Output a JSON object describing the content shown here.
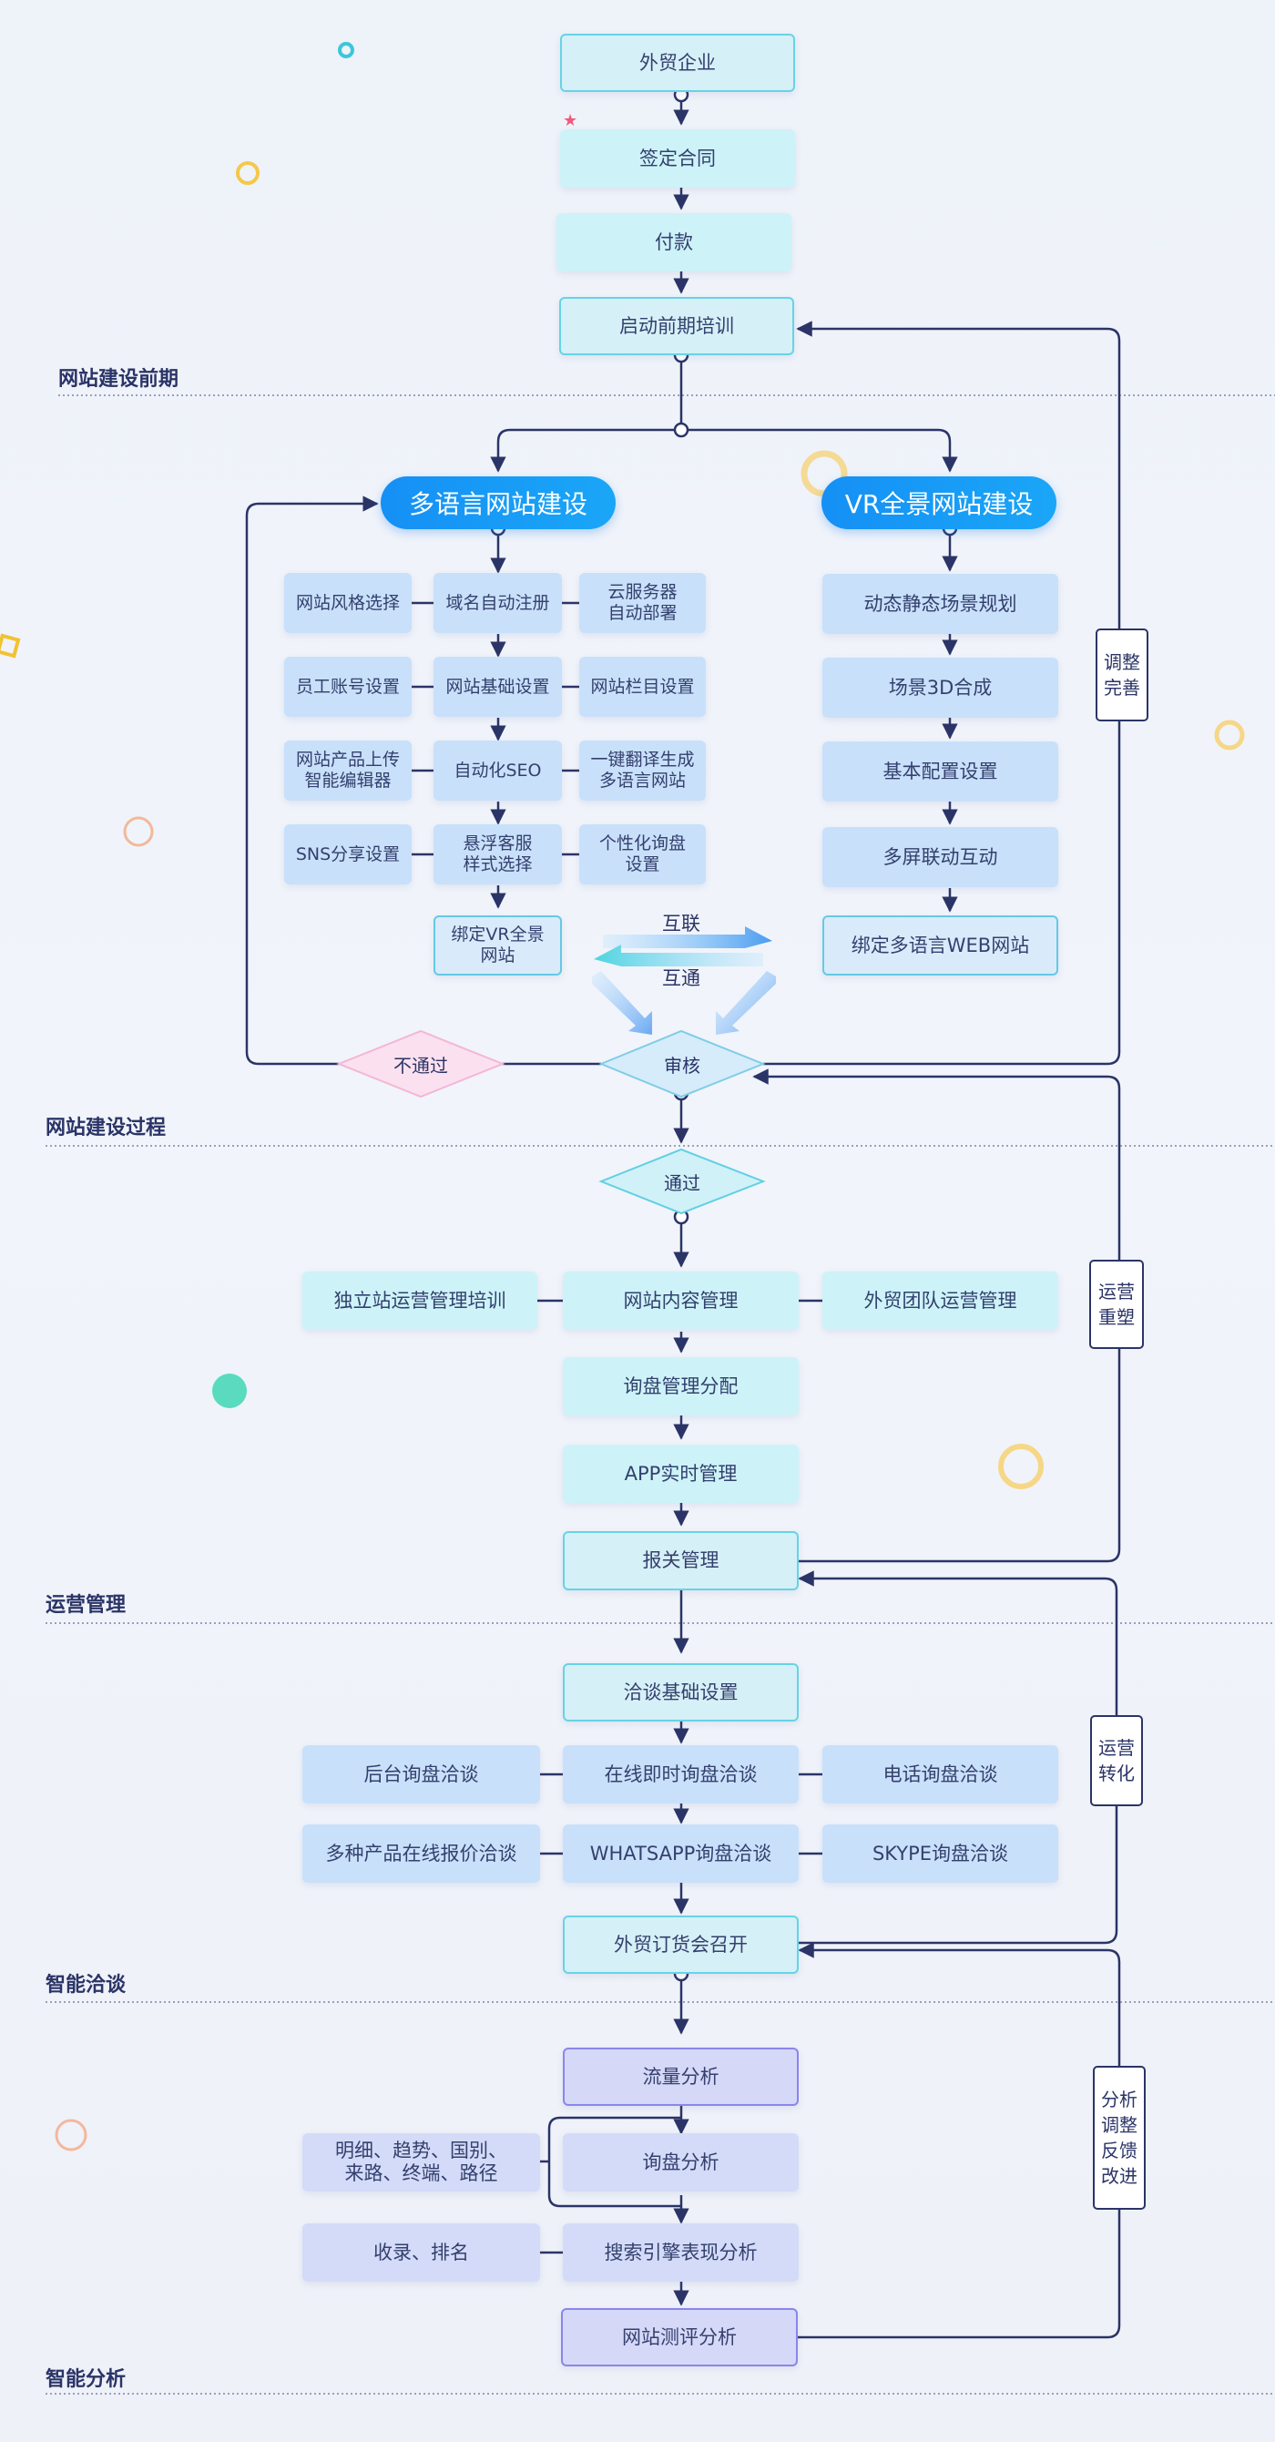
{
  "top_flow": {
    "company": "外贸企业",
    "contract": "签定合同",
    "payment": "付款",
    "training": "启动前期培训"
  },
  "sections": {
    "s1": "网站建设前期",
    "s2": "网站建设过程",
    "s3": "运营管理",
    "s4": "智能洽谈",
    "s5": "智能分析"
  },
  "multilang": {
    "title": "多语言网站建设",
    "left": [
      "网站风格选择",
      "员工账号设置",
      "网站产品上传\n智能编辑器",
      "SNS分享设置"
    ],
    "center": [
      "域名自动注册",
      "网站基础设置",
      "自动化SEO",
      "悬浮客服\n样式选择",
      "绑定VR全景\n网站"
    ],
    "right": [
      "云服务器\n自动部署",
      "网站栏目设置",
      "一键翻译生成\n多语言网站",
      "个性化询盘\n设置"
    ]
  },
  "vr": {
    "title": "VR全景网站建设",
    "items": [
      "动态静态场景规划",
      "场景3D合成",
      "基本配置设置",
      "多屏联动互动",
      "绑定多语言WEB网站"
    ]
  },
  "interconnect": {
    "top": "互联",
    "bottom": "互通"
  },
  "review": {
    "fail": "不通过",
    "review": "审核",
    "pass": "通过"
  },
  "side_labels": {
    "adjust": "调整\n完善",
    "ops_reshape": "运营\n重塑",
    "ops_convert": "运营\n转化",
    "analysis": "分析\n调整\n反馈\n改进"
  },
  "operations": {
    "left": "独立站运营管理培训",
    "center": [
      "网站内容管理",
      "询盘管理分配",
      "APP实时管理",
      "报关管理"
    ],
    "right": "外贸团队运营管理"
  },
  "negotiation": {
    "basic": "洽谈基础设置",
    "left": [
      "后台询盘洽谈",
      "多种产品在线报价洽谈"
    ],
    "center": [
      "在线即时询盘洽谈",
      "WHATSAPP询盘洽谈"
    ],
    "right": [
      "电话询盘洽谈",
      "SKYPE询盘洽谈"
    ],
    "fair": "外贸订货会召开"
  },
  "analysis": {
    "center": [
      "流量分析",
      "询盘分析",
      "搜索引擎表现分析",
      "网站测评分析"
    ],
    "left": [
      "明细、趋势、国别、\n来路、终端、路径",
      "收录、排名"
    ]
  },
  "colors": {
    "line": "#2b3467",
    "pill": "#1590f5",
    "fail_diamond": "#f7c6df",
    "review_diamond": "#7fd0e8"
  }
}
